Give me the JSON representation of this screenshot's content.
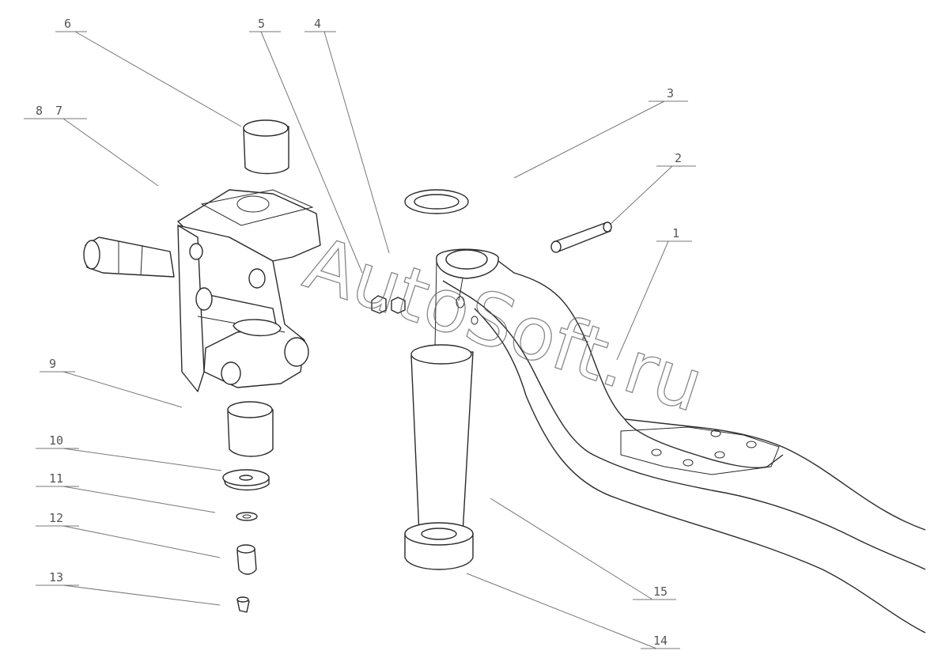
{
  "watermark": "AutoSoft.ru",
  "callouts": [
    {
      "id": "c1",
      "label": "1"
    },
    {
      "id": "c2",
      "label": "2"
    },
    {
      "id": "c3",
      "label": "3"
    },
    {
      "id": "c4",
      "label": "4"
    },
    {
      "id": "c5",
      "label": "5"
    },
    {
      "id": "c6",
      "label": "6"
    },
    {
      "id": "c7",
      "label": "7"
    },
    {
      "id": "c8",
      "label": "8"
    },
    {
      "id": "c9",
      "label": "9"
    },
    {
      "id": "c10",
      "label": "10"
    },
    {
      "id": "c11",
      "label": "11"
    },
    {
      "id": "c12",
      "label": "12"
    },
    {
      "id": "c13",
      "label": "13"
    },
    {
      "id": "c14",
      "label": "14"
    },
    {
      "id": "c15",
      "label": "15"
    }
  ]
}
